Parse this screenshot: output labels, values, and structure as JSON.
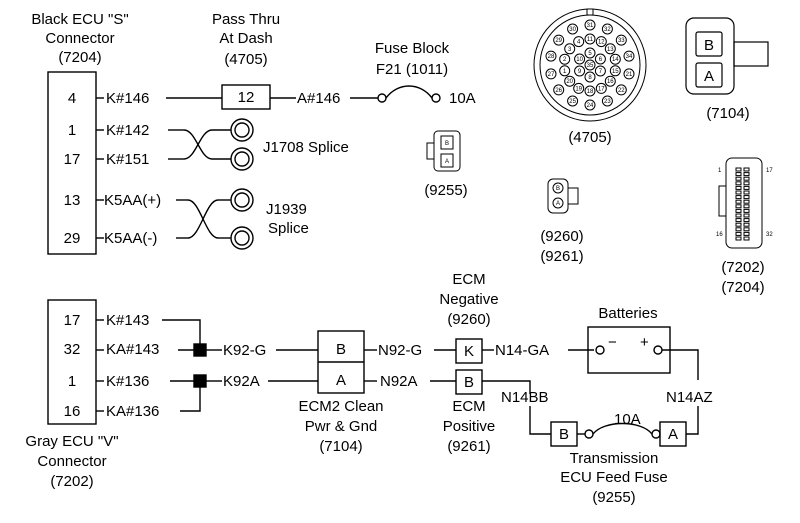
{
  "ecu_s": {
    "title_lines": [
      "Black ECU \"S\"",
      "Connector",
      "(7204)"
    ],
    "pins": [
      "4",
      "1",
      "17",
      "13",
      "29"
    ],
    "wires": [
      "K#146",
      "K#142",
      "K#151",
      "K5AA(+)",
      "K5AA(-)"
    ]
  },
  "pass_thru": {
    "title_lines": [
      "Pass Thru",
      "At Dash",
      "(4705)"
    ],
    "pin": "12",
    "out_wire": "A#146"
  },
  "fuse_block": {
    "title_lines": [
      "Fuse Block",
      "F21 (1011)"
    ],
    "rating": "10A"
  },
  "j1708": {
    "label": "J1708 Splice"
  },
  "j1939": {
    "label_lines": [
      "J1939",
      "Splice"
    ]
  },
  "connectors": {
    "c4705": {
      "label": "(4705)",
      "pins": [
        "31",
        "32",
        "33",
        "34",
        "21",
        "22",
        "23",
        "24",
        "25",
        "26",
        "27",
        "28",
        "29",
        "30",
        "11",
        "12",
        "13",
        "14",
        "15",
        "16",
        "17",
        "18",
        "19",
        "20",
        "1",
        "2",
        "3",
        "4",
        "5",
        "6",
        "7",
        "8",
        "9",
        "10",
        "35"
      ]
    },
    "c7104": {
      "label": "(7104)",
      "pins": [
        "B",
        "A"
      ]
    },
    "c9255": {
      "label": "(9255)",
      "pins": [
        "B",
        "A"
      ]
    },
    "c9260": {
      "label_lines": [
        "(9260)",
        "(9261)"
      ],
      "pins": [
        "B",
        "A"
      ]
    },
    "c7202": {
      "label_lines": [
        "(7202)",
        "(7204)"
      ],
      "pin_numbers": [
        "1",
        "17",
        "16",
        "32"
      ]
    }
  },
  "ecu_v": {
    "title_lines": [
      "Gray ECU \"V\"",
      "Connector",
      "(7202)"
    ],
    "pins": [
      "17",
      "32",
      "1",
      "16"
    ],
    "wires": [
      "K#143",
      "KA#143",
      "K#136",
      "KA#136"
    ]
  },
  "splice_wires": {
    "upper": "K92-G",
    "lower": "K92A"
  },
  "ecm2": {
    "pins": [
      "B",
      "A"
    ],
    "title_lines": [
      "ECM2 Clean",
      "Pwr & Gnd",
      "(7104)"
    ]
  },
  "ecm_neg": {
    "wire_in": "N92-G",
    "pin": "K",
    "title_lines": [
      "ECM",
      "Negative",
      "(9260)"
    ],
    "wire_out": "N14-GA"
  },
  "ecm_pos": {
    "wire_in": "N92A",
    "pin": "B",
    "title_lines": [
      "ECM",
      "Positive",
      "(9261)"
    ]
  },
  "batteries": {
    "label": "Batteries",
    "neg": "−",
    "pos": "+"
  },
  "trans_fuse": {
    "wire_left": "N14BB",
    "wire_right": "N14AZ",
    "pins": [
      "B",
      "A"
    ],
    "rating": "10A",
    "title_lines": [
      "Transmission",
      "ECU Feed Fuse",
      "(9255)"
    ]
  }
}
